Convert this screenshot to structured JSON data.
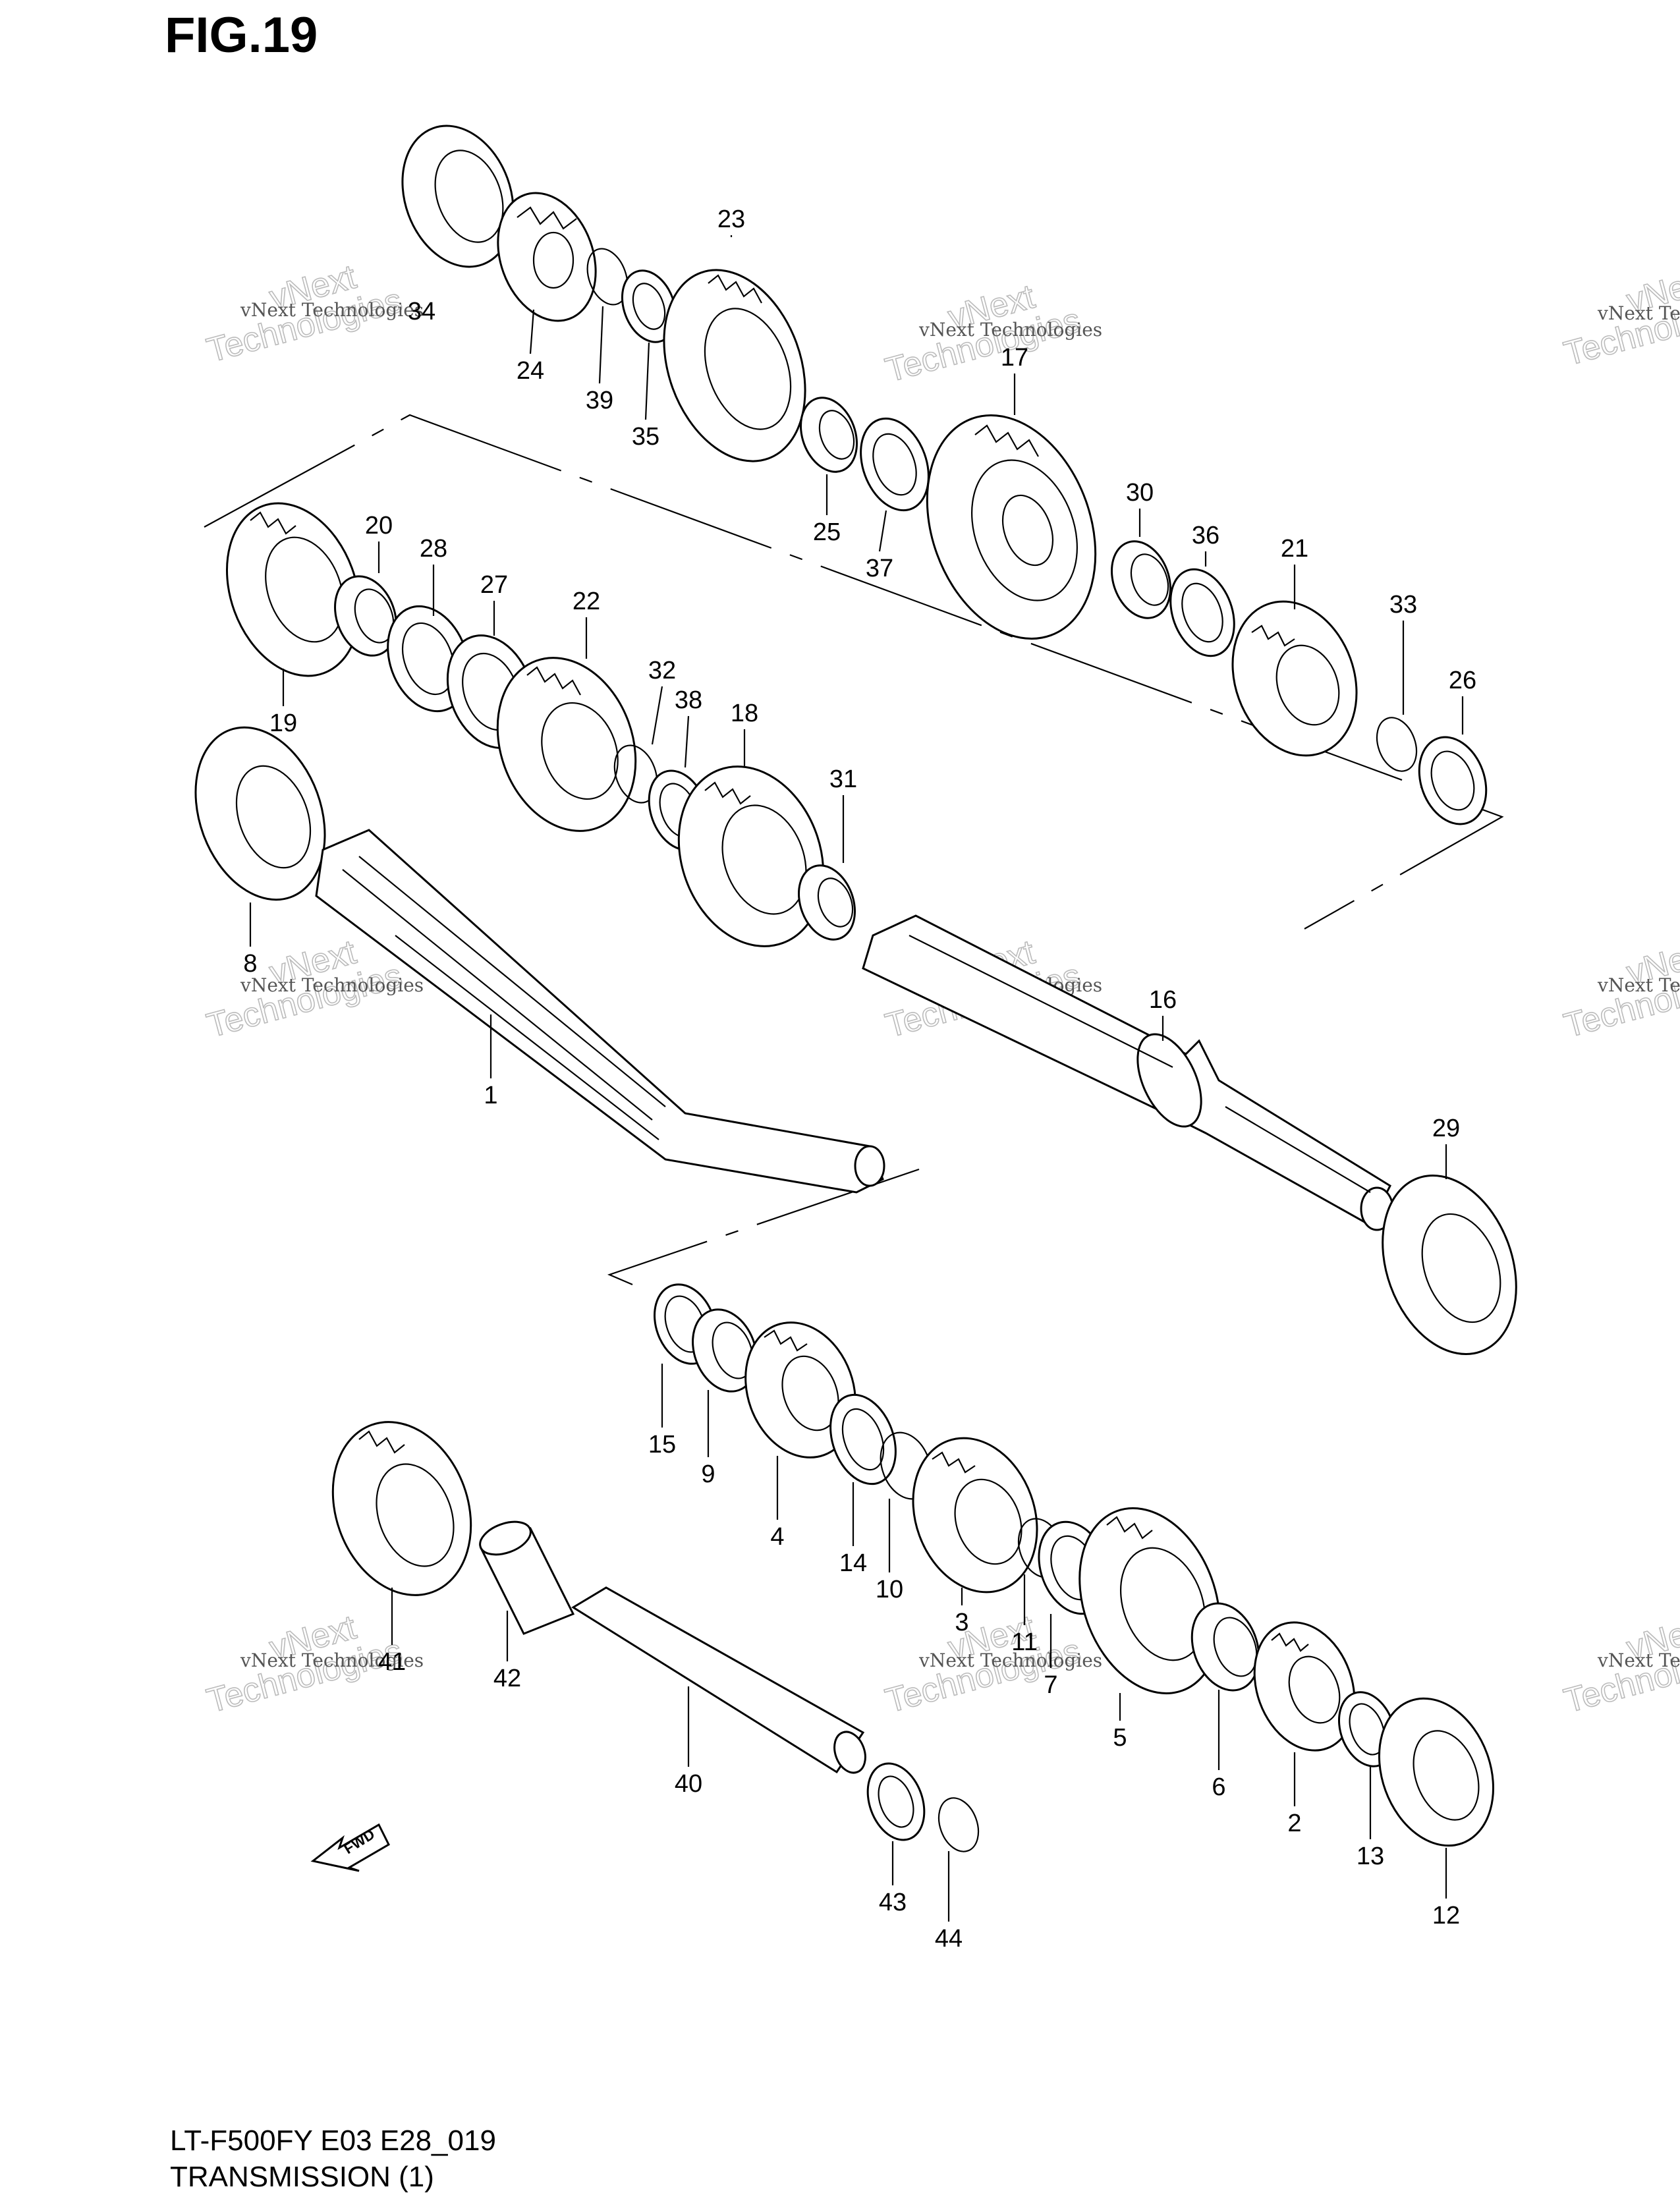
{
  "figure": {
    "title": "FIG.19",
    "model_code": "LT-F500FY E03 E28_019",
    "section": "TRANSMISSION (1)"
  },
  "watermark": {
    "line1": "vNext Technologies",
    "line2a": "vNext",
    "line2b": "Technologies"
  },
  "fwd_label": "FWD",
  "callouts": [
    "1",
    "2",
    "3",
    "4",
    "5",
    "6",
    "7",
    "8",
    "9",
    "10",
    "11",
    "12",
    "13",
    "14",
    "15",
    "16",
    "17",
    "18",
    "19",
    "20",
    "21",
    "22",
    "23",
    "24",
    "25",
    "26",
    "27",
    "28",
    "29",
    "30",
    "31",
    "32",
    "33",
    "34",
    "35",
    "36",
    "37",
    "38",
    "39",
    "40",
    "41",
    "42",
    "43",
    "44"
  ]
}
